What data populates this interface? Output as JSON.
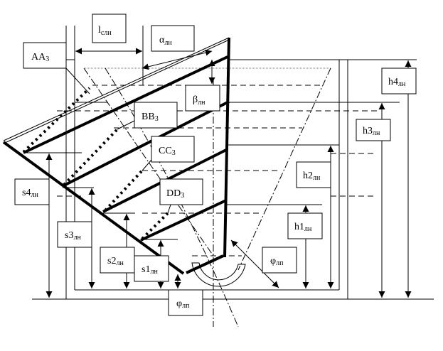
{
  "labels": {
    "l_sln": {
      "main": "l",
      "sub": "слн"
    },
    "alpha_ln": {
      "main": "α",
      "sub": "лн"
    },
    "beta_ln": {
      "main": "β",
      "sub": "лн"
    },
    "aa3": {
      "main": "AA",
      "sub": "3"
    },
    "bb3": {
      "main": "BB",
      "sub": "3"
    },
    "cc3": {
      "main": "CC",
      "sub": "3"
    },
    "dd3": {
      "main": "DD",
      "sub": "3"
    },
    "s4": {
      "main": "s4",
      "sub": "лн"
    },
    "s3": {
      "main": "s3",
      "sub": "лн"
    },
    "s2": {
      "main": "s2",
      "sub": "лн"
    },
    "s1": {
      "main": "s1",
      "sub": "лн"
    },
    "phi_bottom": {
      "main": "φ",
      "sub": "лп"
    },
    "phi_right": {
      "main": "φ",
      "sub": "лп"
    },
    "h1": {
      "main": "h1",
      "sub": "лн"
    },
    "h2": {
      "main": "h2",
      "sub": "лн"
    },
    "h3": {
      "main": "h3",
      "sub": "лн"
    },
    "h4": {
      "main": "h4",
      "sub": "лн"
    }
  }
}
